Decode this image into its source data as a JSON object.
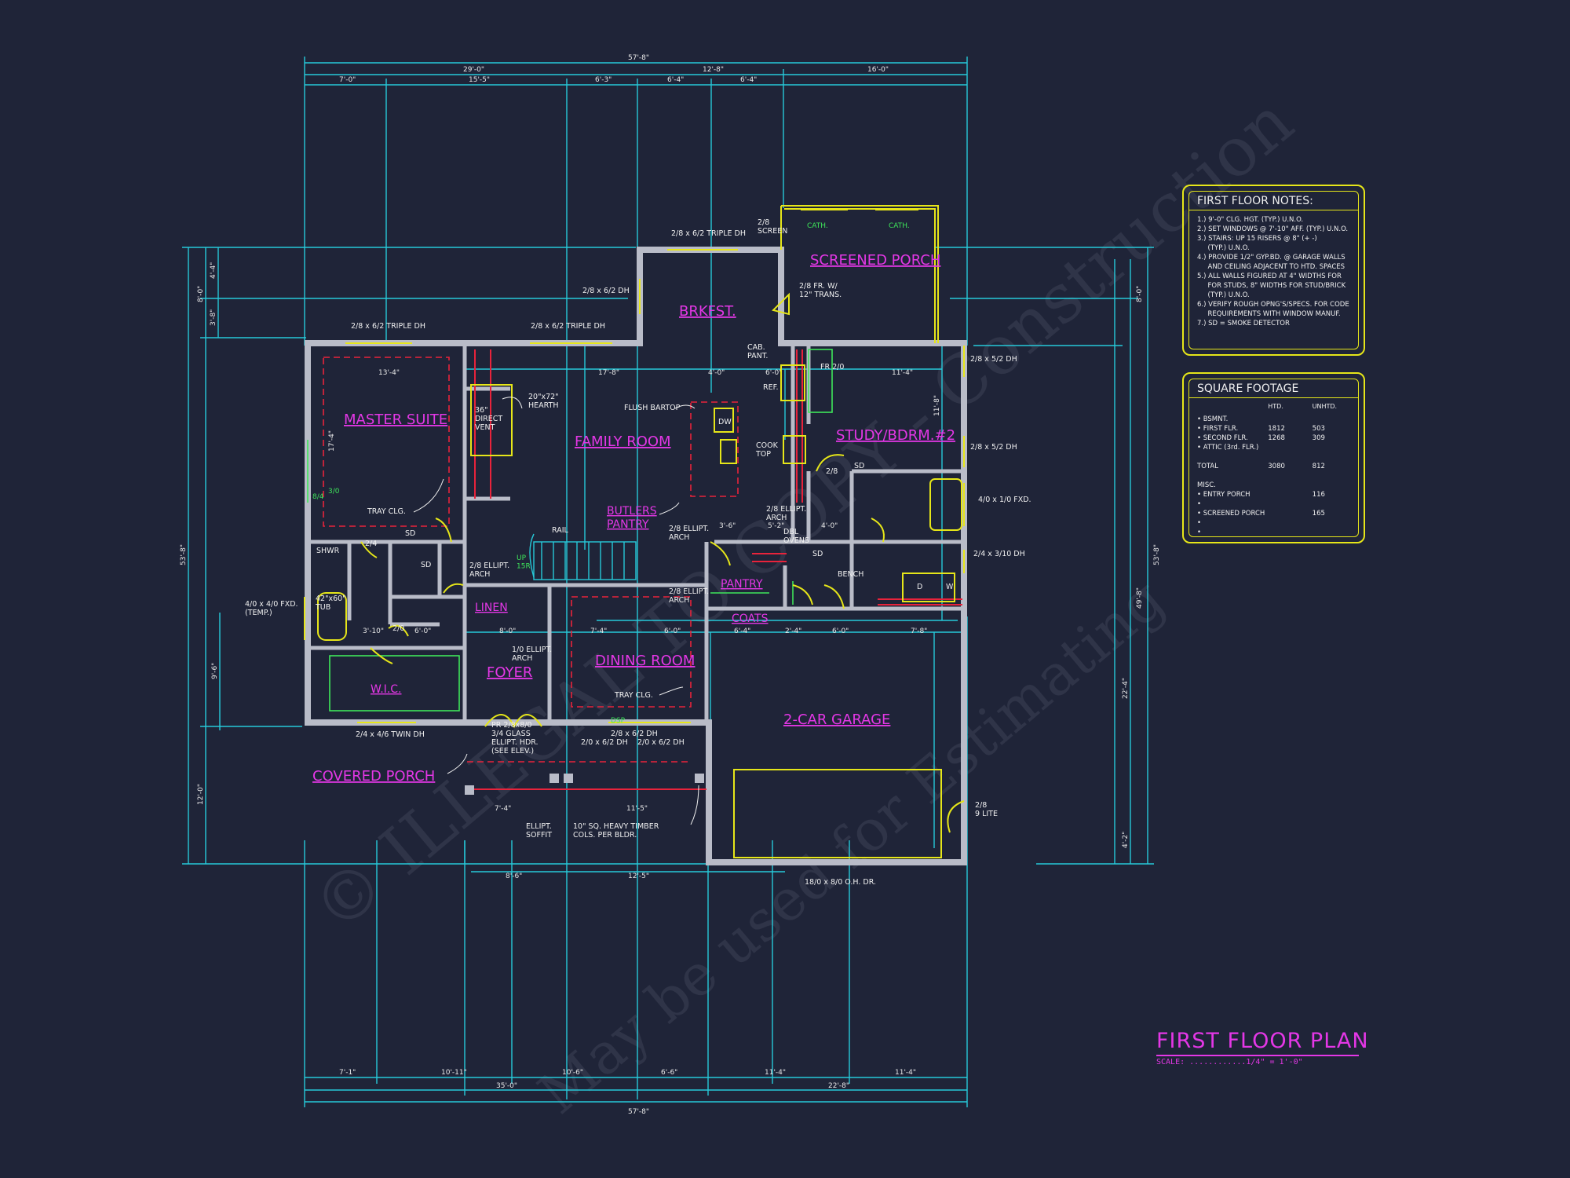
{
  "plan": {
    "title": "FIRST FLOOR PLAN",
    "scale": "SCALE: ............1/4\" = 1'-0\""
  },
  "watermark": {
    "line1": "© ILLEGAL TO COPY - Construction",
    "line2": "May be used for Estimating"
  },
  "colors": {
    "background": "#1f2438",
    "dimension_lines": "#27c9d9",
    "room_labels": "#e437e6",
    "walls": "#b9bcc8",
    "fixtures": "#e6e619",
    "hidden_lines": "#e8233b"
  },
  "notes": {
    "title": "FIRST FLOOR NOTES:",
    "lines": [
      "1.) 9'-0\" CLG. HGT. (TYP.) U.N.O.",
      "2.) SET WINDOWS @ 7'-10\" AFF. (TYP.) U.N.O.",
      "3.) STAIRS: UP 15 RISERS @ 8\" (+ -)",
      "     (TYP.) U.N.O.",
      "4.) PROVIDE 1/2\" GYP.BD. @ GARAGE WALLS",
      "     AND CEILING ADJACENT TO HTD. SPACES",
      "5.) ALL WALLS FIGURED AT 4\" WIDTHS FOR",
      "     FOR STUDS, 8\" WIDTHS FOR STUD/BRICK",
      "     (TYP.) U.N.O.",
      "6.) VERIFY ROUGH OPNG'S/SPECS. FOR CODE",
      "     REQUIREMENTS WITH WINDOW MANUF.",
      "7.) SD = SMOKE DETECTOR"
    ]
  },
  "square_footage": {
    "title": "SQUARE FOOTAGE",
    "col_htd": "HTD.",
    "col_unhtd": "UNHTD.",
    "rows": [
      {
        "label": "• BSMNT.",
        "htd": "",
        "unhtd": ""
      },
      {
        "label": "• FIRST FLR.",
        "htd": "1812",
        "unhtd": "503"
      },
      {
        "label": "• SECOND FLR.",
        "htd": "1268",
        "unhtd": "309"
      },
      {
        "label": "• ATTIC (3rd. FLR.)",
        "htd": "",
        "unhtd": ""
      },
      {
        "label": "",
        "htd": "",
        "unhtd": ""
      },
      {
        "label": "TOTAL",
        "htd": "3080",
        "unhtd": "812"
      },
      {
        "label": "",
        "htd": "",
        "unhtd": ""
      },
      {
        "label": "MISC.",
        "htd": "",
        "unhtd": ""
      },
      {
        "label": "• ENTRY PORCH",
        "htd": "",
        "unhtd": "116"
      },
      {
        "label": "•",
        "htd": "",
        "unhtd": ""
      },
      {
        "label": "• SCREENED PORCH",
        "htd": "",
        "unhtd": "165"
      },
      {
        "label": "•",
        "htd": "",
        "unhtd": ""
      },
      {
        "label": "•",
        "htd": "",
        "unhtd": ""
      }
    ]
  },
  "rooms": {
    "master_suite": "MASTER SUITE",
    "family_room": "FAMILY ROOM",
    "brkfst": "BRKFST.",
    "screened_porch": "SCREENED PORCH",
    "study": "STUDY/BDRM.#2",
    "butlers_pantry_1": "BUTLERS",
    "butlers_pantry_2": "PANTRY",
    "pantry": "PANTRY",
    "coats": "COATS",
    "linen": "LINEN",
    "wic": "W.I.C.",
    "foyer": "FOYER",
    "dining_room": "DINING ROOM",
    "garage": "2-CAR GARAGE",
    "covered_porch": "COVERED PORCH"
  },
  "dimensions": {
    "top_overall": "57'-8\"",
    "top_a": "29'-0\"",
    "top_b": "12'-8\"",
    "top_c": "16'-0\"",
    "top_1": "7'-0\"",
    "top_2": "15'-5\"",
    "top_3": "6'-3\"",
    "top_4": "6'-4\"",
    "top_5": "6'-4\"",
    "bot_overall": "57'-8\"",
    "bot_a": "35'-0\"",
    "bot_b": "22'-8\"",
    "bot_1": "7'-1\"",
    "bot_2": "10'-11\"",
    "bot_3": "10'-6\"",
    "bot_4": "6'-6\"",
    "bot_5": "11'-4\"",
    "bot_6": "11'-4\"",
    "left_overall": "53'-8\"",
    "left_1": "8'-0\"",
    "left_1a": "4'-4\"",
    "left_1b": "3'-8\"",
    "left_2": "9'-6\"",
    "left_3": "12'-0\"",
    "right_overall": "53'-8\"",
    "right_1": "8'-0\"",
    "right_2": "49'-8\"",
    "right_3": "22'-4\"",
    "right_4": "4'-2\"",
    "porch_1": "8'-6\"",
    "porch_2": "12'-5\"",
    "master_w": "13'-4\"",
    "master_d": "17'-4\"",
    "family_w": "17'-8\"",
    "kitchen_w": "4'-0\"",
    "hall_1": "6'-0\"",
    "hall_2": "5'-2\"",
    "study_w": "11'-4\"",
    "study_d": "11'-8\"",
    "dining_1": "7'-4\"",
    "dining_2": "6'-0\"",
    "coats_1": "6'-4\"",
    "coats_2": "2'-4\"",
    "garage_1": "6'-0\"",
    "garage_2": "7'-8\"",
    "foyer_1": "8'-0\"",
    "wic_1": "3'-10\"",
    "wic_2": "6'-0\"",
    "dr_w": "3'-6\"",
    "dr_w2": "4'-0\"",
    "porch_3": "7'-4\"",
    "porch_4": "11'-5\""
  },
  "annotations": {
    "win_triple_top": "2/8 x 6/2 TRIPLE DH",
    "win_brk_side": "2/8 x 6/2 DH",
    "win_master": "2/8 x 6/2 TRIPLE DH",
    "win_family": "2/8 x 6/2 TRIPLE DH",
    "screen": "2/8\nSCREEN",
    "cath1": "CATH.",
    "cath2": "CATH.",
    "fr_trans": "2/8 FR. W/\n12\" TRANS.",
    "cab_pant": "CAB.\nPANT.",
    "ref": "REF.",
    "fr_2_0": "FR 2/0",
    "study_win1": "2/8 x 5/2 DH",
    "study_win2": "2/8 x 5/2 DH",
    "fxd_4": "4/0 x 1/0 FXD.",
    "dh_2_4": "2/4 x 3/10 DH",
    "hearth": "20\"x72\"\nHEARTH",
    "direct_vent": "36\"\nDIRECT\nVENT",
    "flush_bartop": "FLUSH BARTOP",
    "dw": "DW",
    "cooktop": "COOK\nTOP",
    "tray_clg": "TRAY CLG.",
    "rail": "RAIL",
    "ellipt_arch_1": "2/8 ELLIPT.\nARCH",
    "ellipt_arch_2": "2/8 ELLIPT.\nARCH",
    "ellipt_arch_3": "2/8 ELLIPT.\nARCH",
    "ellipt_arch_4": "2/8 ELLIPT.\nARCH",
    "dbl_ovens": "DBL\nOVENS",
    "bench": "BENCH",
    "up_15r": "UP\n15R",
    "tub": "42\"x60\"\nTUB",
    "shwr": "SHWR",
    "fxd_tub": "4/0 x 4/0 FXD.\n(TEMP.)",
    "sd": "SD",
    "ellipt_1_0": "1/0 ELLIPT.\nARCH",
    "tray_clg_2": "TRAY CLG.",
    "twin_dh": "2/4 x 4/6 TWIN DH",
    "entry_door": "PR 2/8x8/0\n3/4 GLASS\nELLIPT. HDR.\n(SEE ELEV.)",
    "dining_win": "2/0 x 6/2 DH",
    "dining_win2": "2/8 x 6/2 DH",
    "dining_win3": "2/0 x 6/2 DH",
    "dsp": "DSP",
    "ellipt_soffit": "ELLIPT.\nSOFFIT",
    "timber_cols": "10\" SQ. HEAVY TIMBER\nCOLS. PER BLDR.",
    "oh_door": "18/0 x 8/0 O.H. DR.",
    "lite_door": "2/8\n9 LITE",
    "d": "D",
    "w": "W",
    "sd_2": "SD",
    "sd_3": "SD",
    "sd_4": "SD",
    "d28": "2/8",
    "d24": "2/4",
    "d20": "2/0",
    "d84": "8/4",
    "d30": "3/0"
  }
}
